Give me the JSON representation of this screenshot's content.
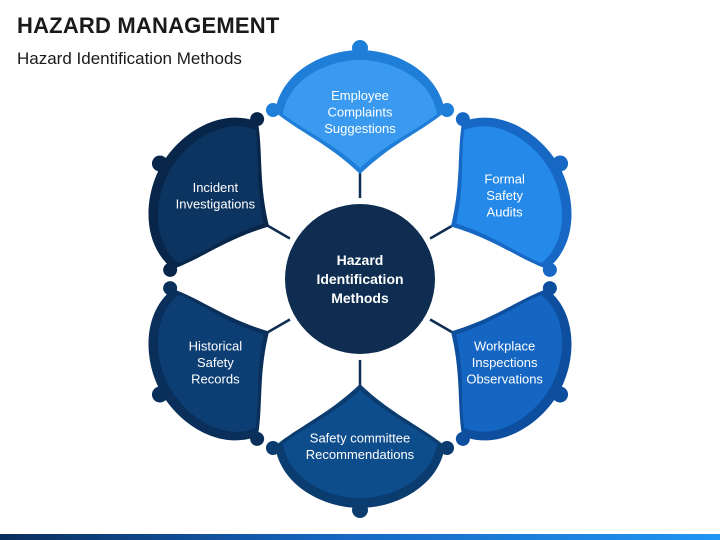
{
  "header": {
    "title": "HAZARD MANAGEMENT",
    "subtitle": "Hazard Identification Methods"
  },
  "diagram": {
    "center": {
      "lines": [
        "Hazard",
        "Identification",
        "Methods"
      ],
      "color": "#0f2d50"
    },
    "petals": [
      {
        "id": "employee",
        "lines": [
          "Employee",
          "Complaints",
          "Suggestions"
        ],
        "fill": "#3a9af0",
        "edge": "#1f7fd8"
      },
      {
        "id": "formal",
        "lines": [
          "Formal",
          "Safety",
          "Audits"
        ],
        "fill": "#2589ea",
        "edge": "#1668c4"
      },
      {
        "id": "workplace",
        "lines": [
          "Workplace",
          "Inspections",
          "Observations"
        ],
        "fill": "#1466c2",
        "edge": "#0d4f9e"
      },
      {
        "id": "safety-committee",
        "lines": [
          "Safety committee",
          "Recommendations"
        ],
        "fill": "#0e4d8c",
        "edge": "#0a3c70"
      },
      {
        "id": "historical",
        "lines": [
          "Historical",
          "Safety",
          "Records"
        ],
        "fill": "#0d3e73",
        "edge": "#0a2f5a"
      },
      {
        "id": "incident",
        "lines": [
          "Incident",
          "Investigations"
        ],
        "fill": "#0c3460",
        "edge": "#08264a"
      }
    ]
  }
}
